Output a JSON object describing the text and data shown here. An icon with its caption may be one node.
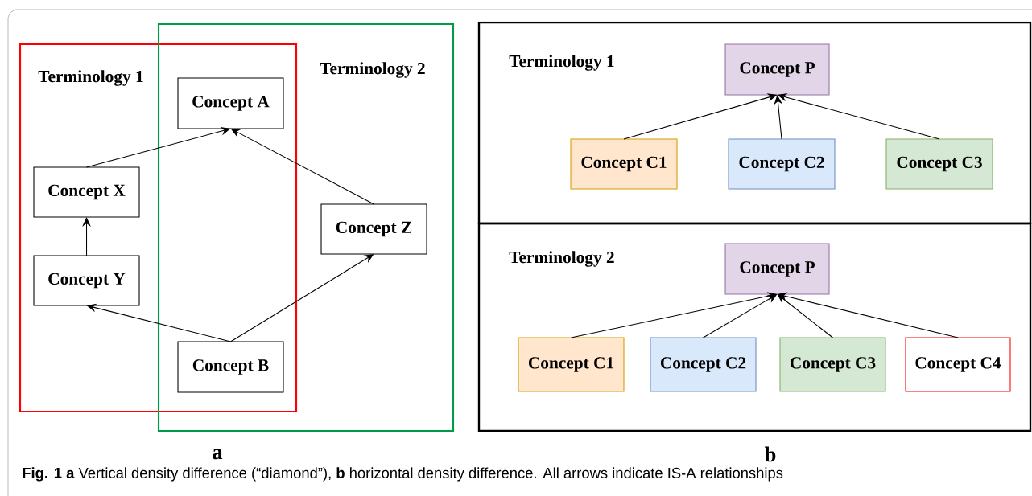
{
  "diagram": {
    "caption": "**Fig. 1** **a** Vertical density difference (“diamond”), **b** horizontal density difference. All arrows indicate IS-A relationships",
    "nodes": [
      {
        "text": [
          "Terminology 1"
        ]
      },
      {
        "text": [
          "Terminology 2"
        ]
      },
      {
        "text": [
          "Concept A"
        ]
      },
      {
        "text": [
          "Concept X"
        ],
        "in": 0
      },
      {
        "text": [
          "Concept Z"
        ],
        "in": 1
      },
      {
        "text": [
          "Concept Y"
        ],
        "in": 0
      },
      {
        "text": [
          "Concept B"
        ]
      },
      {
        "text": [
          "Terminology 1"
        ]
      },
      {
        "text": [
          "Concept P"
        ],
        "in": 7
      },
      {
        "text": [
          "Concept C1"
        ],
        "in": 7
      },
      {
        "text": [
          "Concept C2"
        ],
        "in": 7
      },
      {
        "text": [
          "Concept C3"
        ],
        "in": 7
      },
      {
        "text": [
          "Terminology 2"
        ]
      },
      {
        "text": [
          "Concept P"
        ],
        "in": 12
      },
      {
        "text": [
          "Concept C1"
        ],
        "in": 12
      },
      {
        "text": [
          "Concept C2"
        ],
        "in": 12
      },
      {
        "text": [
          "Concept C3"
        ],
        "in": 12
      },
      {
        "text": [
          "Concept C4"
        ],
        "in": 12
      }
    ],
    "edges": [
      {
        "from": 3,
        "to": 2,
        "arrow": "to"
      },
      {
        "from": 4,
        "to": 2,
        "arrow": "to"
      },
      {
        "from": 5,
        "to": 3,
        "arrow": "to"
      },
      {
        "from": 6,
        "to": 5,
        "arrow": "to"
      },
      {
        "from": 6,
        "to": 4,
        "arrow": "to"
      },
      {
        "from": 9,
        "to": 8,
        "arrow": "to"
      },
      {
        "from": 10,
        "to": 8,
        "arrow": "to"
      },
      {
        "from": 11,
        "to": 8,
        "arrow": "to"
      },
      {
        "from": 14,
        "to": 13,
        "arrow": "to"
      },
      {
        "from": 15,
        "to": 13,
        "arrow": "to"
      },
      {
        "from": 16,
        "to": 13,
        "arrow": "to"
      },
      {
        "from": 17,
        "to": 13,
        "arrow": "to"
      }
    ],
    "labels": [
      "a",
      "b"
    ]
  }
}
